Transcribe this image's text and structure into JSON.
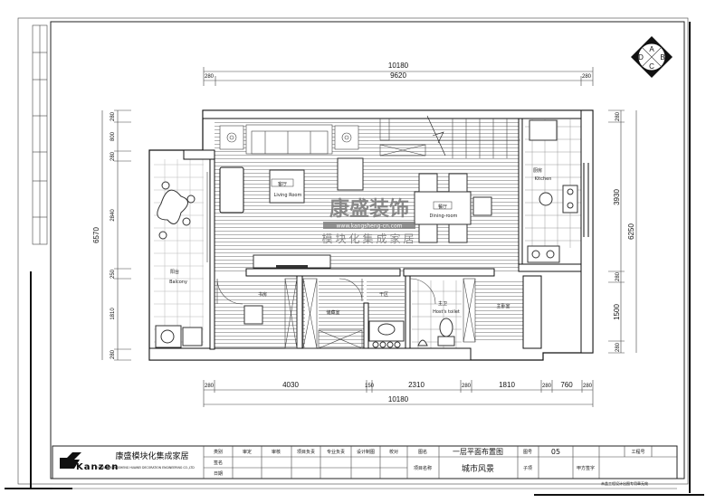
{
  "compass": {
    "a": "A",
    "b": "B",
    "c": "C",
    "d": "D"
  },
  "dims": {
    "top_total": "10180",
    "top_segments": [
      "280",
      "9620",
      "280"
    ],
    "left_total": "6570",
    "left_segments": [
      "280",
      "800",
      "280",
      "2840",
      "250",
      "1810",
      "280"
    ],
    "right_total": "6250",
    "right_segments": [
      "280",
      "3930",
      "280",
      "1500",
      "280"
    ],
    "bottom_segments": [
      "280",
      "4030",
      "150",
      "2310",
      "280",
      "1810",
      "280",
      "760",
      "280"
    ],
    "bottom_total": "10180"
  },
  "rooms": {
    "living": {
      "cn": "客厅",
      "en": "Living Room"
    },
    "dining": {
      "cn": "餐厅",
      "en": "Dining-room"
    },
    "kitchen": {
      "cn": "厨房",
      "en": "Kitchen"
    },
    "balcony": {
      "cn": "阳台",
      "en": "Balcony"
    },
    "study": {
      "cn": "书房"
    },
    "storage": {
      "cn": "储藏室"
    },
    "dry_area": {
      "cn": "干区"
    },
    "host_toilet": {
      "cn": "主卫",
      "en": "Host's toilet"
    },
    "bedroom": {
      "cn": "主卧室"
    }
  },
  "watermark": {
    "title": "康盛装饰",
    "url": "www.kangsheng-cn.com",
    "subtitle": "模块化集成家居"
  },
  "title_block": {
    "logo_text": "Kanzen",
    "company_cn": "康盛模块化集成家居",
    "company_en": "ZHEJIANG KANGSHENG HUAWEI DECORATION ENGINEERING CO.,LTD",
    "row_labels": [
      "类别",
      "签名",
      "日期"
    ],
    "headers": [
      "审定",
      "审核",
      "项目负责",
      "专业负责",
      "设计制图",
      "校对"
    ],
    "drawing_name_label": "图名",
    "drawing_name": "一层平面布置图",
    "drawing_no_label": "图号",
    "drawing_no": "05",
    "project_no_label": "工程号",
    "project_name_label": "项目名称",
    "project_name": "城市风景",
    "subitem_label": "子项",
    "client_sign_label": "甲方签字",
    "footnote": "未盖工程设计出图专用章无效"
  }
}
